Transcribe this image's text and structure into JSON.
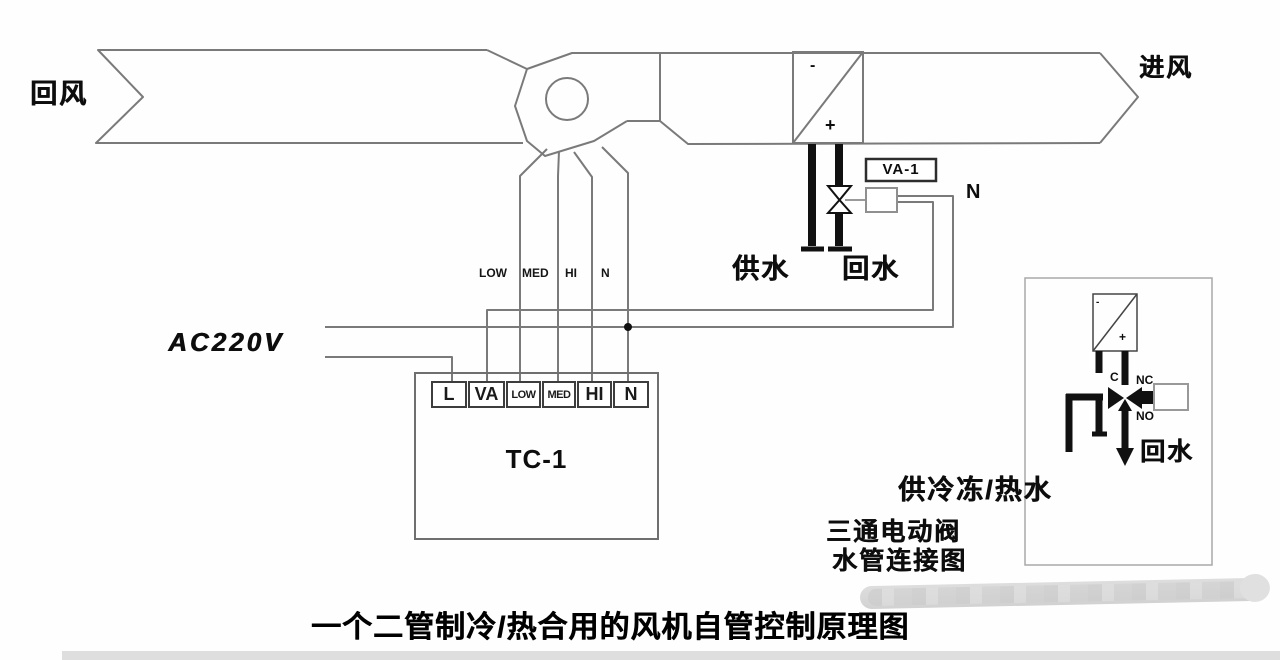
{
  "labels": {
    "return_air": "回风",
    "supply_air": "进风",
    "va1": "VA-1",
    "n_wire": "N",
    "supply_water": "供水",
    "return_water": "回水",
    "power": "AC220V",
    "speed_low": "LOW",
    "speed_med": "MED",
    "speed_hi": "HI",
    "speed_n": "N",
    "controller": "TC-1",
    "coil_minus": "-",
    "coil_plus": "+",
    "detail_c": "C",
    "detail_nc": "NC",
    "detail_no": "NO",
    "detail_return_water": "回水",
    "detail_supply": "供冷冻/热水",
    "detail_title_1": "三通电动阀",
    "detail_title_2": "水管连接图",
    "mini_coil_minus": "-",
    "mini_coil_plus": "+",
    "caption": "一个二管制冷/热合用的风机自管控制原理图"
  },
  "terminals": [
    "L",
    "VA",
    "LOW",
    "MED",
    "HI",
    "N"
  ],
  "colors": {
    "line": "#7a7a7a",
    "pipe": "#111111",
    "ink": "#0d0d0d",
    "box_border": "#3d3d3d",
    "detail_border": "#a8a8a8",
    "watermark": "#cccccc"
  }
}
